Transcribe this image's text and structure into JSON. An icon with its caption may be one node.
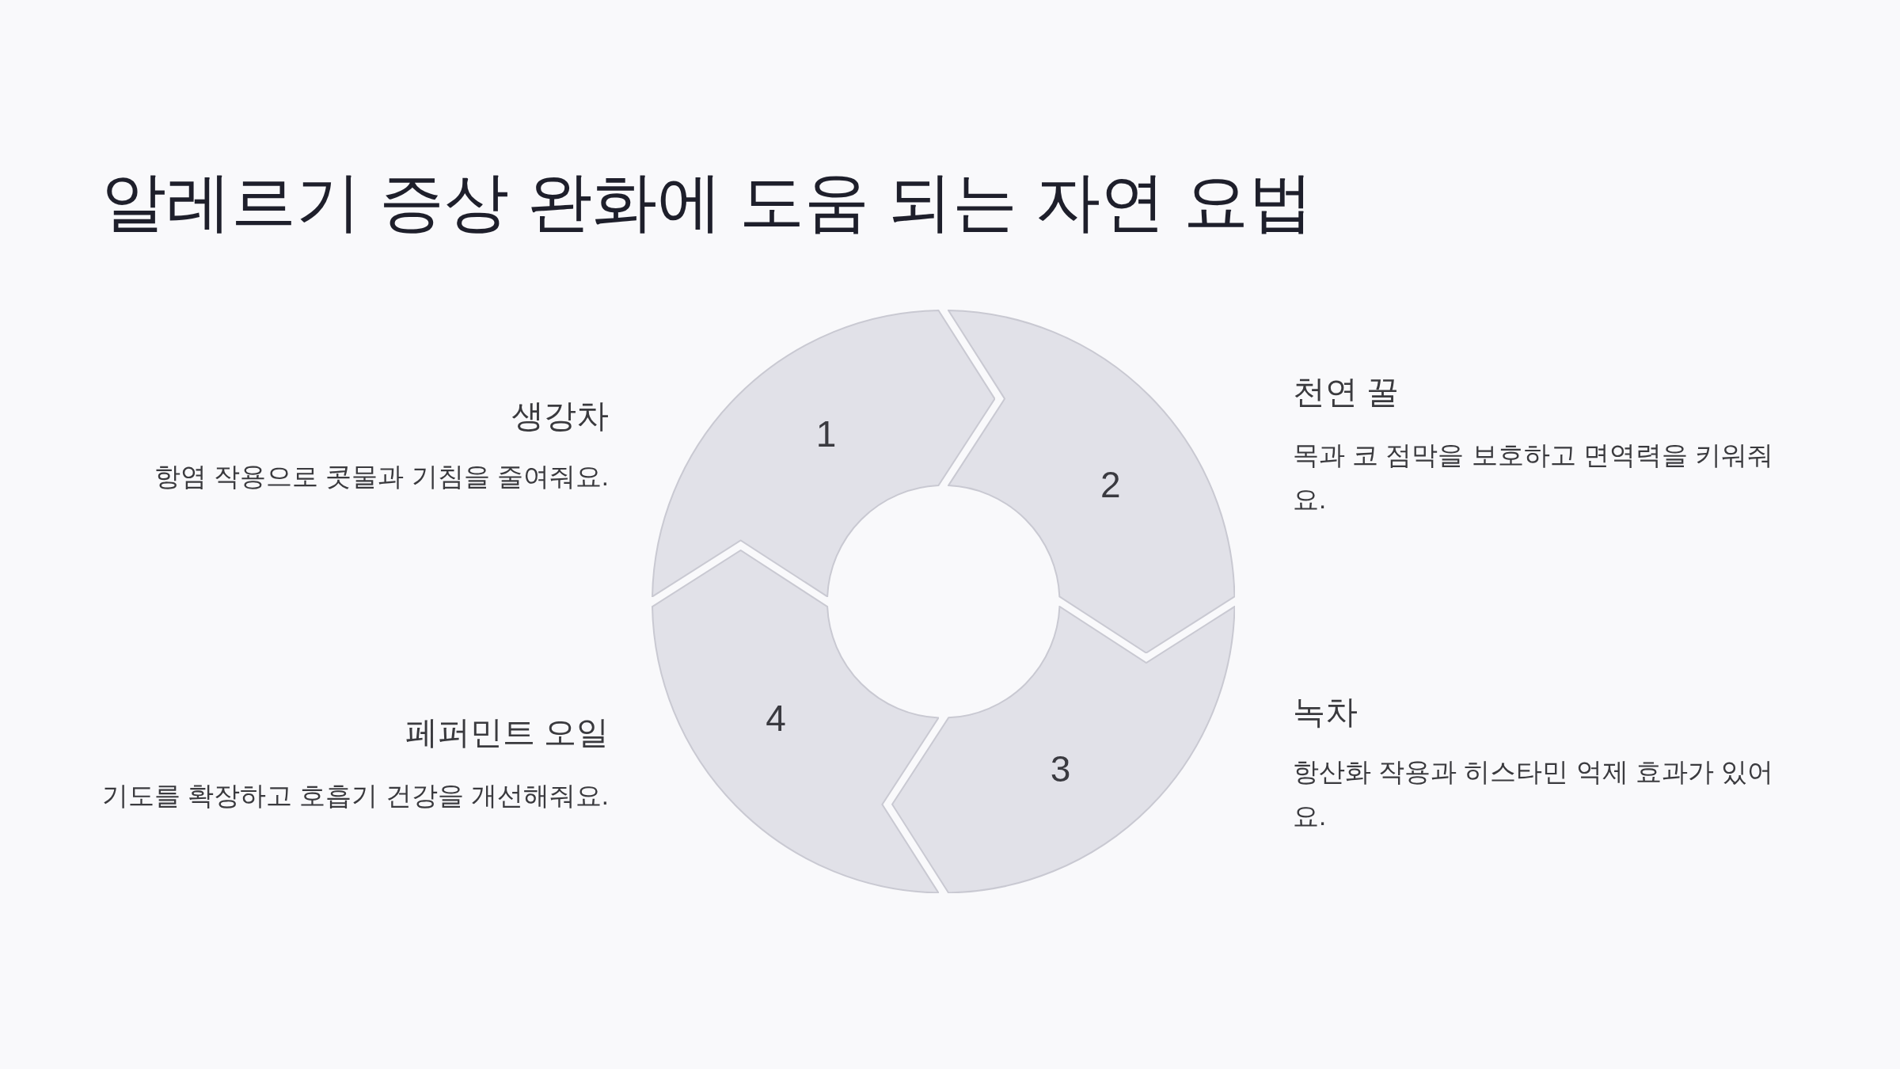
{
  "diagram": {
    "title": "알레르기 증상 완화에 도움 되는 자연 요법",
    "nodes": [
      {
        "text": [
          "1"
        ],
        "beside": [
          "생강차",
          "항염 작용으로 콧물과 기침을 줄여줘요."
        ]
      },
      {
        "text": [
          "2"
        ],
        "beside": [
          "천연 꿀",
          "목과 코 점막을 보호하고 면역력을 키워줘요."
        ]
      },
      {
        "text": [
          "3"
        ],
        "beside": [
          "녹차",
          "항산화 작용과 히스타민 억제 효과가 있어요."
        ]
      },
      {
        "text": [
          "4"
        ],
        "beside": [
          "페퍼민트 오일",
          "기도를 확장하고 호흡기 건강을 개선해줘요."
        ]
      }
    ]
  }
}
